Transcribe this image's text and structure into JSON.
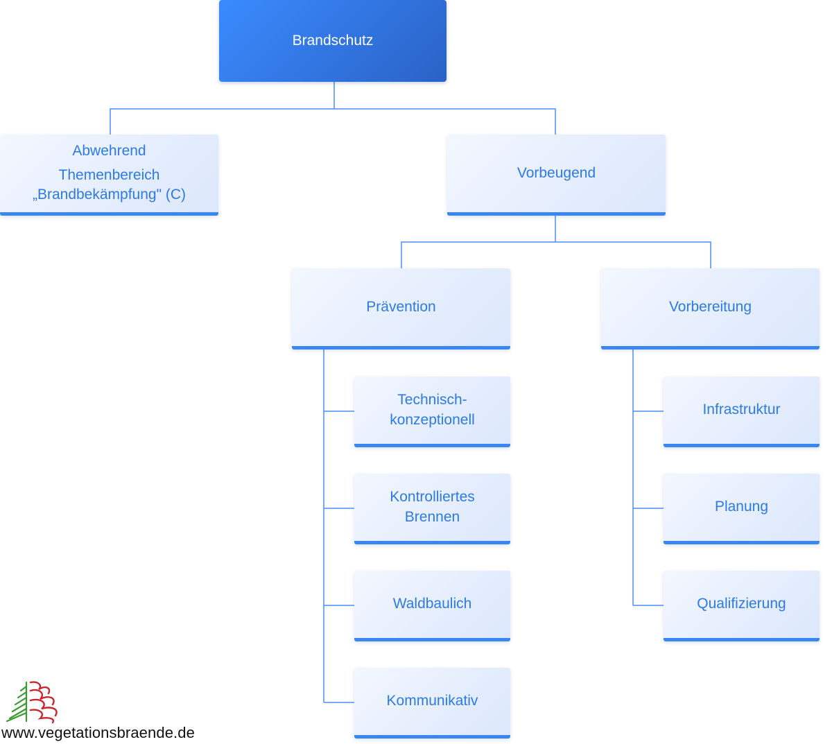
{
  "diagram": {
    "root": {
      "label": "Brandschutz"
    },
    "abwehrend": {
      "title": "Abwehrend",
      "line2": "Themenbereich",
      "line3": "„Brandbekämpfung\" (C)"
    },
    "vorbeugend": {
      "label": "Vorbeugend"
    },
    "praevention": {
      "label": "Prävention",
      "children": [
        "Technisch-\nkonzeptionell",
        "Kontrolliertes\nBrennen",
        "Waldbaulich",
        "Kommunikativ"
      ]
    },
    "vorbereitung": {
      "label": "Vorbereitung",
      "children": [
        "Infrastruktur",
        "Planung",
        "Qualifizierung"
      ]
    }
  },
  "footer": {
    "website": "www.vegetationsbraende.de",
    "logo_icon": "tree-flame-logo"
  },
  "colors": {
    "root_fill": "#3a8bff",
    "node_text": "#2d7ae6",
    "connector": "#4a8ef0",
    "node_border": "#3a86f2"
  }
}
